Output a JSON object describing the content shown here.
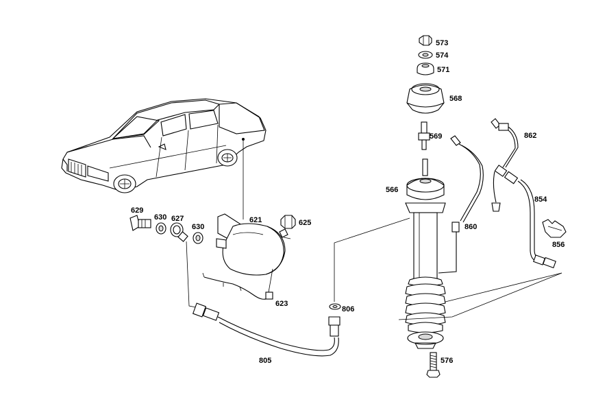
{
  "labels": {
    "p573": "573",
    "p574": "574",
    "p571": "571",
    "p568": "568",
    "p569": "569",
    "p862": "862",
    "p566": "566",
    "p854": "854",
    "p860": "860",
    "p856": "856",
    "p629": "629",
    "p630a": "630",
    "p627": "627",
    "p630b": "630",
    "p621": "621",
    "p625": "625",
    "p623": "623",
    "p806": "806",
    "p805": "805",
    "p576": "576"
  },
  "colors": {
    "line": "#000000",
    "background": "#ffffff",
    "shade": "#d9d9d9"
  }
}
